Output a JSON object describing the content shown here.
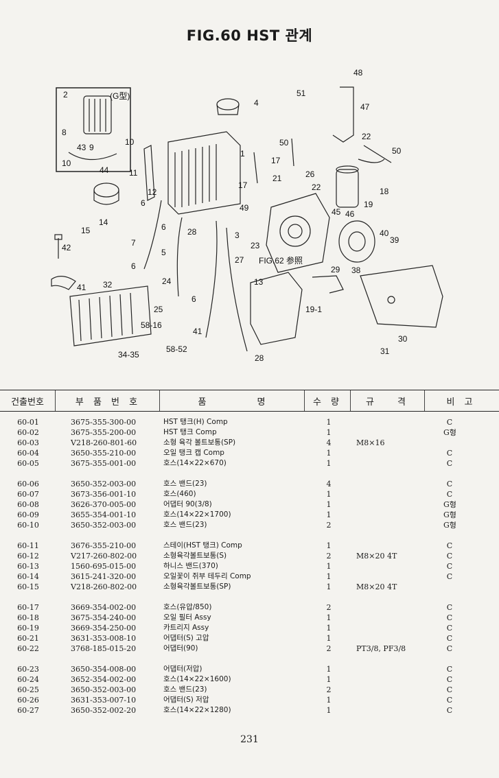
{
  "page": {
    "title": "FIG.60 HST 관계",
    "page_number": "231"
  },
  "diagram": {
    "labels": {
      "l48": "48",
      "l51": "51",
      "l47": "47",
      "l2": "2",
      "lG": "(G型)",
      "l4": "4",
      "l8": "8",
      "l43": "43",
      "l9": "9",
      "l10a": "10",
      "l10b": "10",
      "l44": "44",
      "l1": "1",
      "l11": "11",
      "l12": "12",
      "l6a": "6",
      "l14": "14",
      "l15": "15",
      "l50a": "50",
      "l17a": "17",
      "l21": "21",
      "l26": "26",
      "l22a": "22",
      "l22b": "22",
      "l50b": "50",
      "l18": "18",
      "l19": "19",
      "l17b": "17",
      "l49": "49",
      "l45": "45",
      "l46": "46",
      "l6b": "6",
      "l7": "7",
      "l28a": "28",
      "l3": "3",
      "l23": "23",
      "l40": "40",
      "l39": "39",
      "l42": "42",
      "l5": "5",
      "l27": "27",
      "lfig": "FIG.62 参照",
      "l29": "29",
      "l38": "38",
      "l6c": "6",
      "l24": "24",
      "l41a": "41",
      "l32": "32",
      "l13": "13",
      "l25": "25",
      "l6d": "6",
      "l191": "19-1",
      "l5816": "58-16",
      "l41b": "41",
      "l5852": "58-52",
      "l30": "30",
      "l3435": "34-35",
      "l28b": "28",
      "l31": "31"
    }
  },
  "table": {
    "headers": {
      "no": "건출번호",
      "part": "부 품 번 호",
      "name": "품 명",
      "qty": "수 량",
      "spec": "규 격",
      "note": "비 고"
    },
    "rows": [
      {
        "no": "60-01",
        "part": "3675-355-300-00",
        "name": "HST 탱크(H) Comp",
        "qty": "1",
        "spec": "",
        "note": "C"
      },
      {
        "no": "60-02",
        "part": "3675-355-200-00",
        "name": "HST 탱크 Comp",
        "qty": "1",
        "spec": "",
        "note": "G형"
      },
      {
        "no": "60-03",
        "part": "V218-260-801-60",
        "name": "소형 육각 볼트보통(SP)",
        "qty": "4",
        "spec": "M8×16",
        "note": ""
      },
      {
        "no": "60-04",
        "part": "3650-355-210-00",
        "name": "오일 탱크 캡 Comp",
        "qty": "1",
        "spec": "",
        "note": "C"
      },
      {
        "no": "60-05",
        "part": "3675-355-001-00",
        "name": "호스(14×22×670)",
        "qty": "1",
        "spec": "",
        "note": "C"
      },
      {
        "no": "60-06",
        "part": "3650-352-003-00",
        "name": "호스 밴드(23)",
        "qty": "4",
        "spec": "",
        "note": "C"
      },
      {
        "no": "60-07",
        "part": "3673-356-001-10",
        "name": "호스(460)",
        "qty": "1",
        "spec": "",
        "note": "C"
      },
      {
        "no": "60-08",
        "part": "3626-370-005-00",
        "name": "어댑터 90(3/8)",
        "qty": "1",
        "spec": "",
        "note": "G형"
      },
      {
        "no": "60-09",
        "part": "3655-354-001-10",
        "name": "호스(14×22×1700)",
        "qty": "1",
        "spec": "",
        "note": "G형"
      },
      {
        "no": "60-10",
        "part": "3650-352-003-00",
        "name": "호스 밴드(23)",
        "qty": "2",
        "spec": "",
        "note": "G형"
      },
      {
        "no": "60-11",
        "part": "3676-355-210-00",
        "name": "스테이(HST 탱크) Comp",
        "qty": "1",
        "spec": "",
        "note": "C"
      },
      {
        "no": "60-12",
        "part": "V217-260-802-00",
        "name": "소형육각볼트보통(S)",
        "qty": "2",
        "spec": "M8×20 4T",
        "note": "C"
      },
      {
        "no": "60-13",
        "part": "1560-695-015-00",
        "name": "하니스 밴드(370)",
        "qty": "1",
        "spec": "",
        "note": "C"
      },
      {
        "no": "60-14",
        "part": "3615-241-320-00",
        "name": "오일꽃이 쥐부 테두리 Comp",
        "qty": "1",
        "spec": "",
        "note": "C"
      },
      {
        "no": "60-15",
        "part": "V218-260-802-00",
        "name": "소형육각볼트보통(SP)",
        "qty": "1",
        "spec": "M8×20 4T",
        "note": ""
      },
      {
        "no": "60-17",
        "part": "3669-354-002-00",
        "name": "호스(유압/850)",
        "qty": "2",
        "spec": "",
        "note": "C"
      },
      {
        "no": "60-18",
        "part": "3675-354-240-00",
        "name": "오일 필터 Assy",
        "qty": "1",
        "spec": "",
        "note": "C"
      },
      {
        "no": "60-19",
        "part": "3669-354-250-00",
        "name": "카트리지 Assy",
        "qty": "1",
        "spec": "",
        "note": "C"
      },
      {
        "no": "60-21",
        "part": "3631-353-008-10",
        "name": "어댑터(S) 고압",
        "qty": "1",
        "spec": "",
        "note": "C"
      },
      {
        "no": "60-22",
        "part": "3768-185-015-20",
        "name": "어댑터(90)",
        "qty": "2",
        "spec": "PT3/8, PF3/8",
        "note": "C"
      },
      {
        "no": "60-23",
        "part": "3650-354-008-00",
        "name": "어댑터(저압)",
        "qty": "1",
        "spec": "",
        "note": "C"
      },
      {
        "no": "60-24",
        "part": "3652-354-002-00",
        "name": "호스(14×22×1600)",
        "qty": "1",
        "spec": "",
        "note": "C"
      },
      {
        "no": "60-25",
        "part": "3650-352-003-00",
        "name": "호스 밴드(23)",
        "qty": "2",
        "spec": "",
        "note": "C"
      },
      {
        "no": "60-26",
        "part": "3631-353-007-10",
        "name": "어댑터(S) 저압",
        "qty": "1",
        "spec": "",
        "note": "C"
      },
      {
        "no": "60-27",
        "part": "3650-352-002-20",
        "name": "호스(14×22×1280)",
        "qty": "1",
        "spec": "",
        "note": "C"
      }
    ]
  }
}
